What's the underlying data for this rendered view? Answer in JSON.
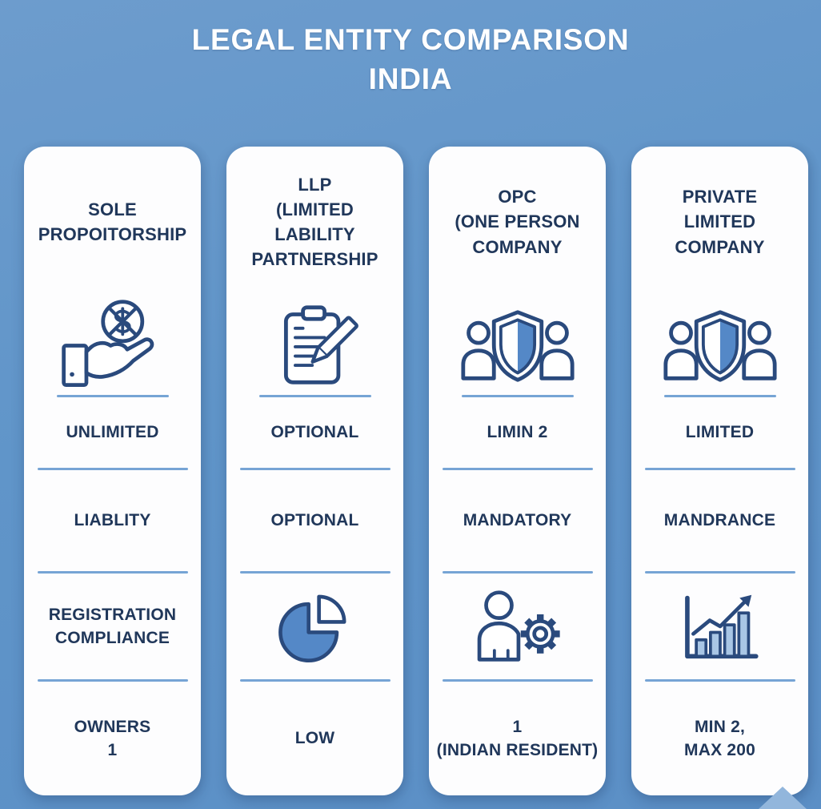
{
  "title": {
    "line1": "LEGAL ENTITY COMPARISON",
    "line2": "INDIA"
  },
  "colors": {
    "background": "#6095c9",
    "card": "#fdfdfe",
    "text_navy": "#20375a",
    "title_text": "#ffffff",
    "divider": "#76a4d5",
    "icon_stroke": "#2a4a7d",
    "icon_fill": "#5488c7"
  },
  "columns": [
    {
      "title": "SOLE\nPROPOITORSHIP",
      "top_icon": "hand-no-money-icon",
      "row1": "UNLIMITED",
      "row2": "LIABLITY",
      "row3_text": "REGISTRATION\nCOMPLIANCE",
      "row4": "OWNERS\n1"
    },
    {
      "title": "LLP\n(LIMITED\nLABILITY\nPARTNERSHIP",
      "top_icon": "clipboard-pencil-icon",
      "row1": "OPTIONAL",
      "row2": "OPTIONAL",
      "row3_icon": "pie-chart-icon",
      "row4": "LOW"
    },
    {
      "title": "OPC\n(ONE PERSON\nCOMPANY",
      "top_icon": "shield-people-icon",
      "row1": "LIMIN 2",
      "row2": "MANDATORY",
      "row3_icon": "person-gear-icon",
      "row4": "1\n(INDIAN RESIDENT)"
    },
    {
      "title": "PRIVATE\nLIMITED\nCOMPANY",
      "top_icon": "shield-people-icon",
      "row1": "LIMITED",
      "row2": "MANDRANCE",
      "row3_icon": "growth-chart-icon",
      "row4": "MIN 2,\nMAX 200"
    }
  ]
}
